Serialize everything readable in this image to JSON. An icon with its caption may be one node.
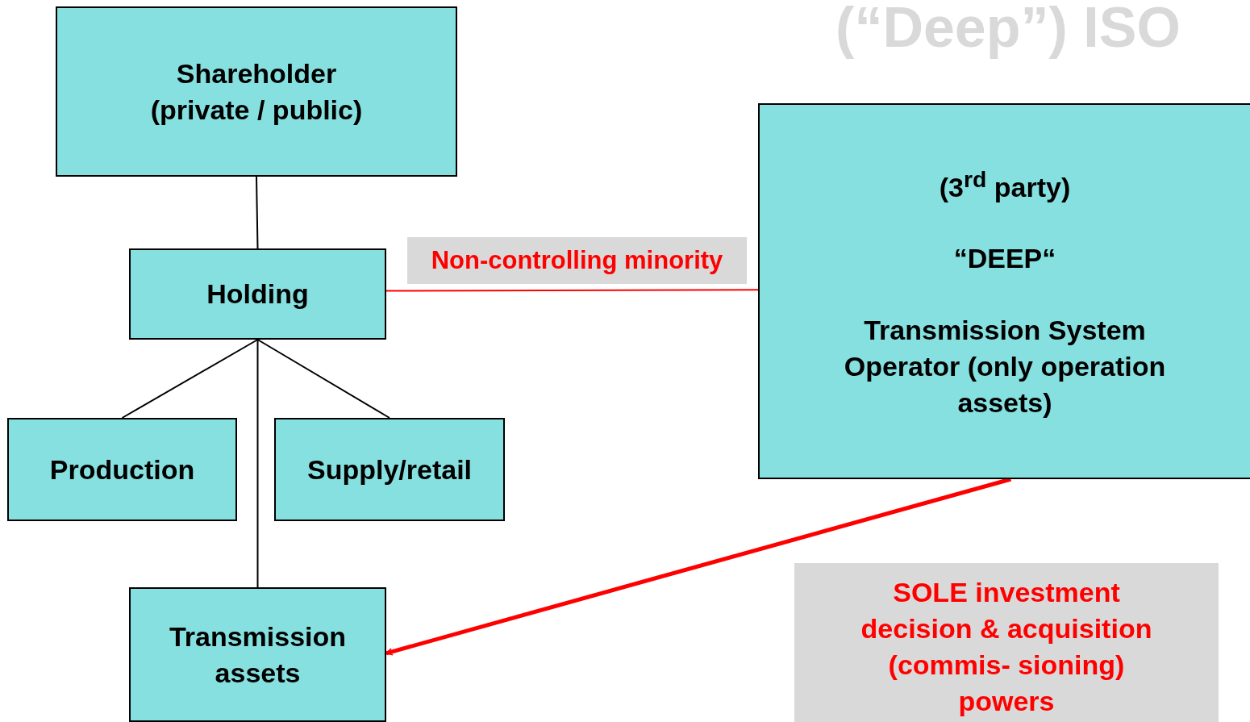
{
  "diagram": {
    "title": "(“Deep”) ISO",
    "nodes": [
      {
        "text": [
          "Shareholder (private / public)"
        ]
      },
      {
        "text": [
          "Holding"
        ]
      },
      {
        "text": [
          "Production"
        ]
      },
      {
        "text": [
          "Supply/retail"
        ]
      },
      {
        "text": [
          "Transmission assets"
        ]
      },
      {
        "text": [
          "(3$^{rd}$ party)",
          "“DEEP“",
          "Transmission System Operator (only operation assets)"
        ]
      },
      {
        "text": [
          "SOLE investment decision & acquisition (commis- sioning) powers"
        ]
      }
    ],
    "edges": [
      {
        "from": 0,
        "to": 1,
        "arrow": "none"
      },
      {
        "from": 1,
        "to": 2,
        "arrow": "none"
      },
      {
        "from": 1,
        "to": 3,
        "arrow": "none"
      },
      {
        "from": 1,
        "to": 4,
        "arrow": "none"
      },
      {
        "from": 1,
        "to": 5,
        "arrow": "none",
        "label": "Non-controlling minority",
        "color": "#ff0000"
      },
      {
        "from": 5,
        "to": 4,
        "arrow": "to",
        "style": "thick",
        "color": "#ff0000"
      }
    ]
  }
}
